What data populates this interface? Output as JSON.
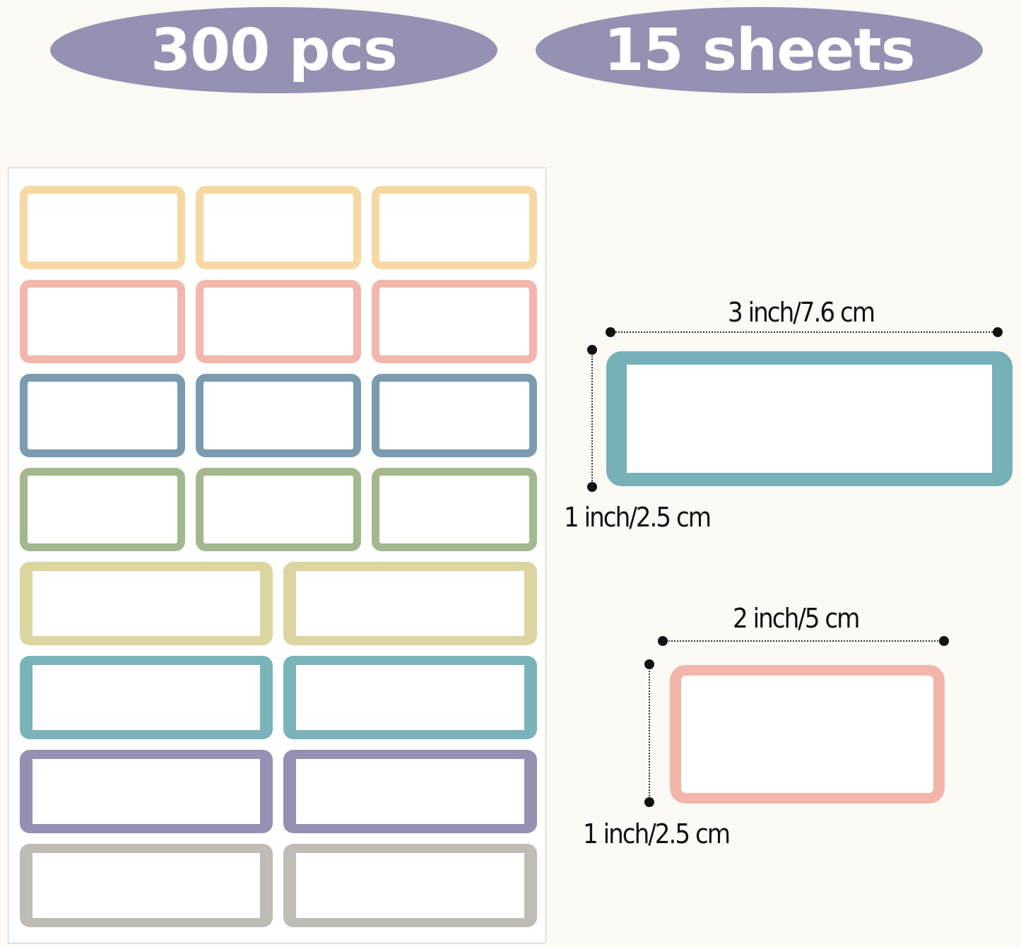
{
  "badges": {
    "count": "300 pcs",
    "sheets": "15 sheets"
  },
  "colors": {
    "background": "#fdf9f5",
    "badge": "#9491b2",
    "label_rows": [
      "#f8d8a2",
      "#f2b8ad",
      "#7a9bb0",
      "#a3b88e",
      "#dcd5a0",
      "#7ab3b9",
      "#9491b2",
      "#bfbbb5"
    ]
  },
  "sheet": {
    "rows": [
      {
        "color": "#f8d8a2",
        "count": 3
      },
      {
        "color": "#f2b8ad",
        "count": 3
      },
      {
        "color": "#7a9bb0",
        "count": 3
      },
      {
        "color": "#a3b88e",
        "count": 3
      },
      {
        "color": "#dcd5a0",
        "count": 2
      },
      {
        "color": "#7ab3b9",
        "count": 2
      },
      {
        "color": "#9491b2",
        "count": 2
      },
      {
        "color": "#bfbbb5",
        "count": 2
      }
    ]
  },
  "large_label": {
    "width_text": "3 inch/7.6 cm",
    "height_text": "1 inch/2.5 cm",
    "color": "#76b1b8"
  },
  "small_label": {
    "width_text": "2 inch/5 cm",
    "height_text": "1 inch/2.5 cm",
    "color": "#f2b5aa"
  }
}
